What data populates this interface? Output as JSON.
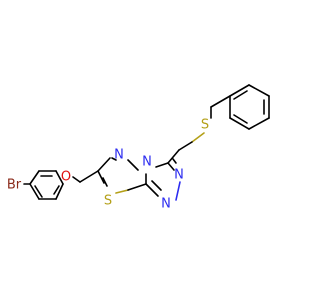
{
  "structure": {
    "atoms": {
      "s_thioether": {
        "symbol": "S",
        "color": "#b4a018"
      },
      "s_ring": {
        "symbol": "S",
        "color": "#b4a018"
      },
      "n_top_a": {
        "symbol": "N",
        "color": "#2c2cf0"
      },
      "n_top_b": {
        "symbol": "N",
        "color": "#2c2cf0"
      },
      "n_right": {
        "symbol": "N",
        "color": "#2c2cf0"
      },
      "n_bottom": {
        "symbol": "N",
        "color": "#2c2cf0"
      },
      "o_ether": {
        "symbol": "O",
        "color": "#e01010"
      },
      "br": {
        "symbol": "Br",
        "color": "#8b2a1a"
      }
    }
  }
}
